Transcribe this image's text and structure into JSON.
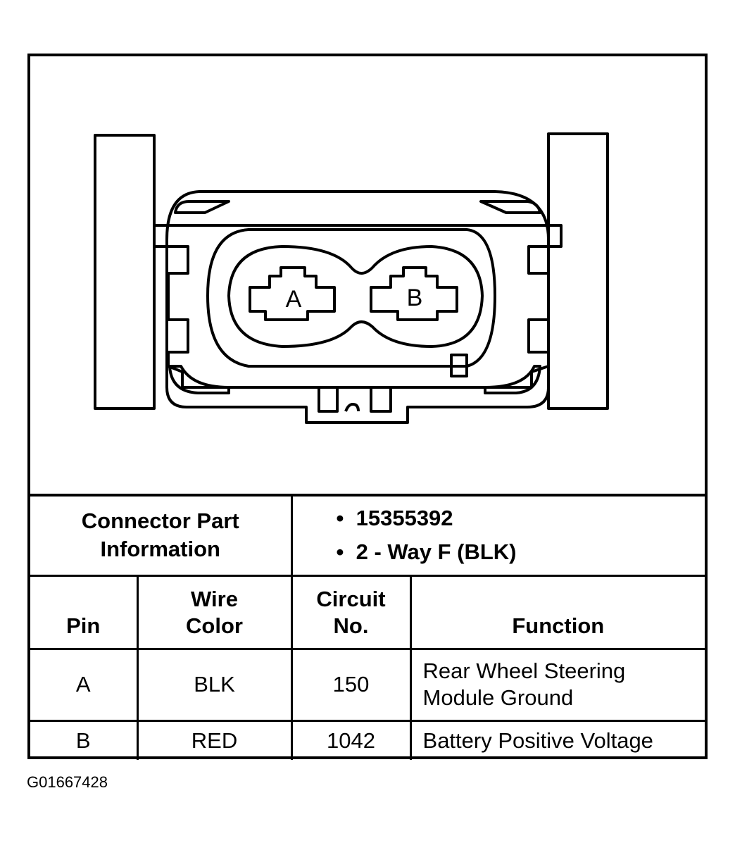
{
  "connector": {
    "pin_a_label": "A",
    "pin_b_label": "B"
  },
  "part_info": {
    "label_line1": "Connector Part",
    "label_line2": "Information",
    "items": [
      "15355392",
      "2 - Way F (BLK)"
    ]
  },
  "columns": {
    "pin": "Pin",
    "wire_color_line1": "Wire",
    "wire_color_line2": "Color",
    "circuit_line1": "Circuit",
    "circuit_line2": "No.",
    "function": "Function"
  },
  "rows": [
    {
      "pin": "A",
      "wire_color": "BLK",
      "circuit": "150",
      "function_line1": "Rear Wheel Steering",
      "function_line2": "Module Ground"
    },
    {
      "pin": "B",
      "wire_color": "RED",
      "circuit": "1042",
      "function_line1": "Battery Positive Voltage",
      "function_line2": ""
    }
  ],
  "figure_id": "G01667428"
}
